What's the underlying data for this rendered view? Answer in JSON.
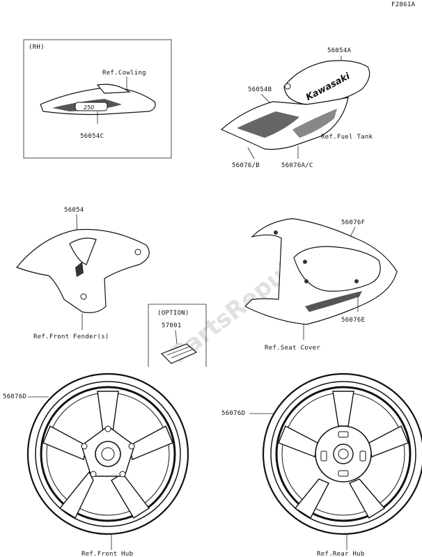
{
  "figure_code": "F2861A",
  "watermark": "PartsRepublik",
  "labels": {
    "rh": "(RH)",
    "ref_cowling": "Ref.Cowling",
    "p56054C": "56054C",
    "p56054A": "56054A",
    "p56054B": "56054B",
    "ref_fuel_tank": "Ref.Fuel Tank",
    "p56076B": "56076/B",
    "p56076AC": "56076A/C",
    "p56054": "56054",
    "ref_front_fender": "Ref.Front Fender(s)",
    "option": "(OPTION)",
    "p57001": "57001",
    "p56076F": "56076F",
    "p56076E": "56076E",
    "ref_seat_cover": "Ref.Seat Cover",
    "p56076D_left": "56076D",
    "p56076D_right": "56076D",
    "ref_front_hub": "Ref.Front Hub",
    "ref_rear_hub": "Ref.Rear Hub"
  },
  "decal_texts": {
    "tank_brand": "Kawasaki",
    "cowling_model": "250"
  }
}
